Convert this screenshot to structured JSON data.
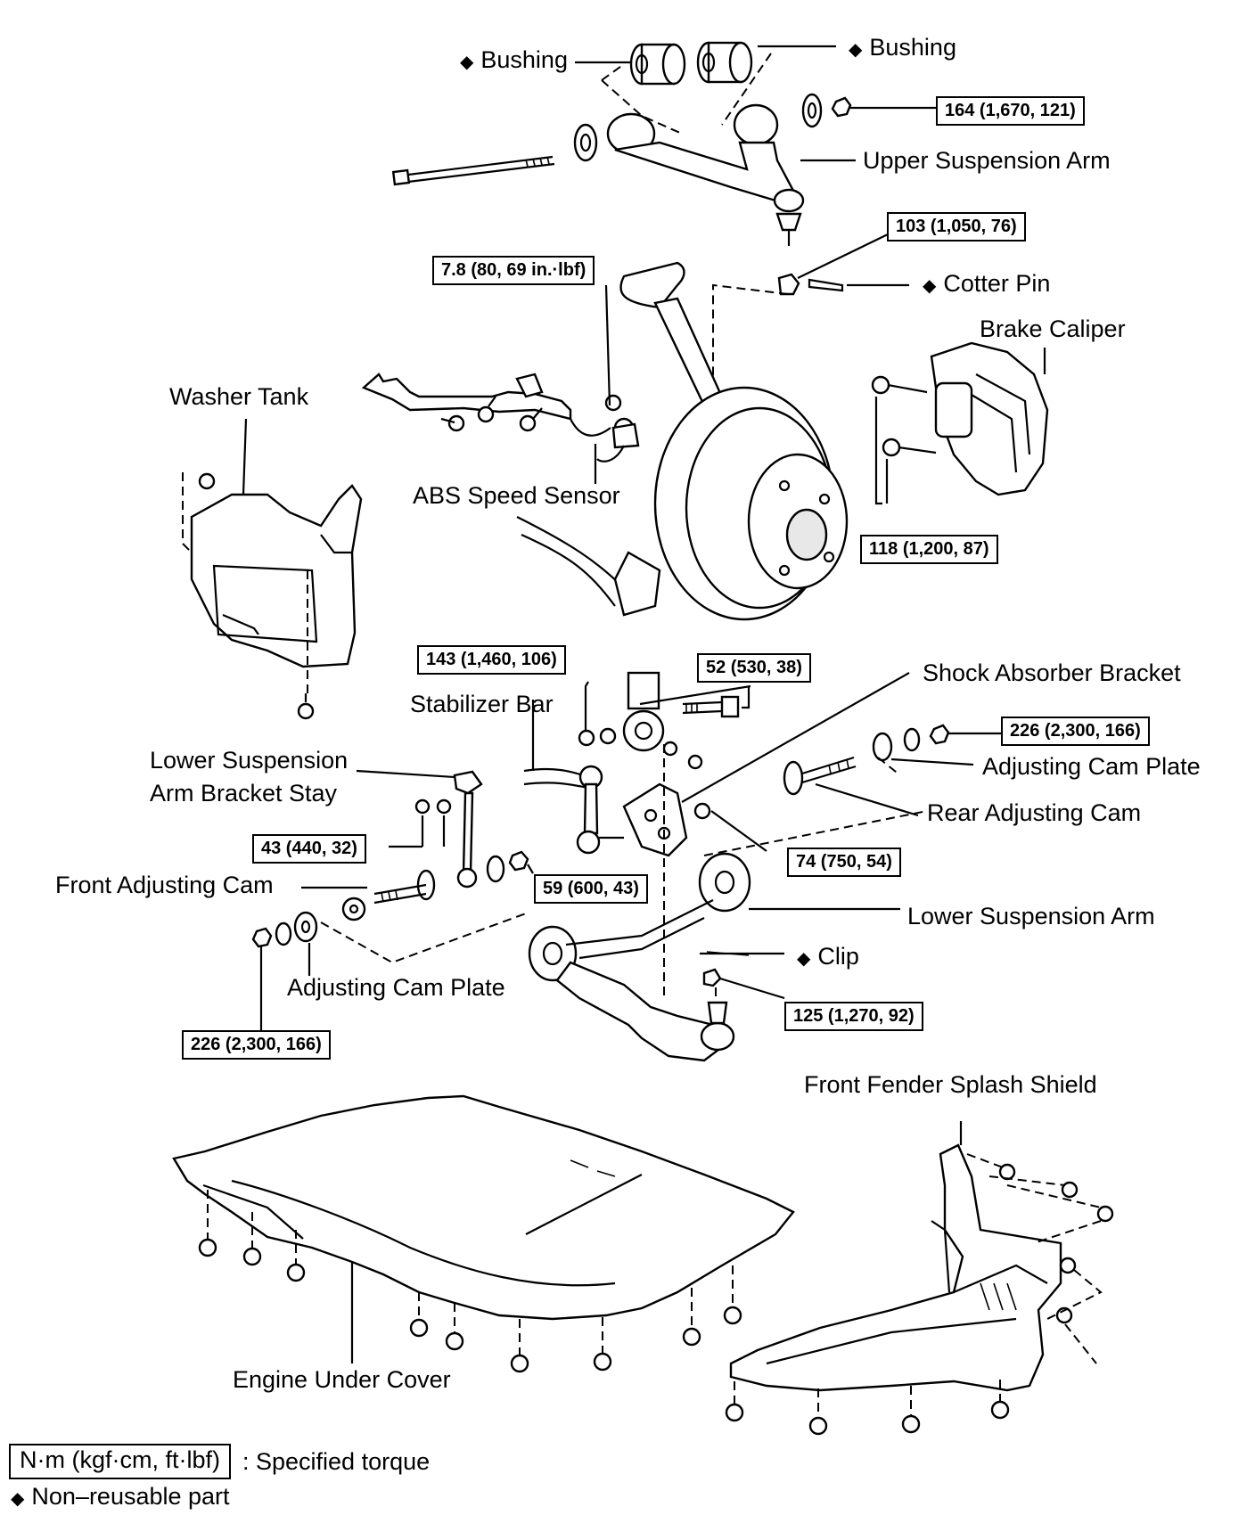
{
  "labels": {
    "bushing_left": "Bushing",
    "bushing_right": "Bushing",
    "upper_suspension_arm": "Upper Suspension Arm",
    "cotter_pin": "Cotter Pin",
    "brake_caliper": "Brake Caliper",
    "washer_tank": "Washer Tank",
    "abs_speed_sensor": "ABS Speed Sensor",
    "shock_absorber_bracket": "Shock Absorber Bracket",
    "stabilizer_bar": "Stabilizer Bar",
    "lower_arm_bracket_stay_1": "Lower Suspension",
    "lower_arm_bracket_stay_2": "Arm Bracket Stay",
    "adjusting_cam_plate_right": "Adjusting Cam Plate",
    "rear_adjusting_cam": "Rear Adjusting Cam",
    "front_adjusting_cam": "Front Adjusting Cam",
    "lower_suspension_arm": "Lower Suspension Arm",
    "clip": "Clip",
    "adjusting_cam_plate_left": "Adjusting Cam Plate",
    "front_fender_splash_shield": "Front Fender Splash Shield",
    "engine_under_cover": "Engine Under Cover"
  },
  "non_reusable_symbol": "◆",
  "torques": {
    "upper_arm_nut": "164 (1,670, 121)",
    "upper_ball_joint": "103 (1,050, 76)",
    "abs_sensor_bolt": "7.8 (80, 69 in.·lbf)",
    "caliper_bolts": "118 (1,200, 87)",
    "stabilizer_nut": "143 (1,460, 106)",
    "shock_bolt": "52 (530, 38)",
    "rear_cam_nut": "226 (2,300, 166)",
    "bracket_stay": "43 (440, 32)",
    "stabilizer_link": "59 (600, 43)",
    "shock_bracket": "74 (750, 54)",
    "lower_ball_joint": "125 (1,270, 92)",
    "front_cam_nut": "226 (2,300, 166)"
  },
  "legend": {
    "torque_box": "N·m (kgf·cm, ft·lbf)",
    "torque_text": ": Specified torque",
    "nonreusable_text": "Non–reusable part"
  }
}
